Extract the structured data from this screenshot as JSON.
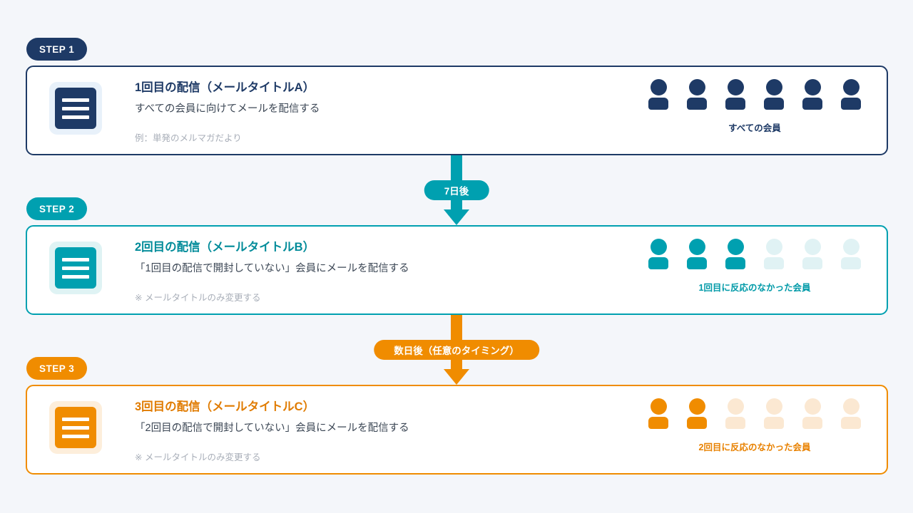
{
  "theme": {
    "background": "#f4f6fa",
    "navy": "#1e3a66",
    "teal": "#00a0b0",
    "orange": "#f08c00"
  },
  "steps": [
    {
      "badge": "STEP 1",
      "icon": "document-icon",
      "title": "1回目の配信（メールタイトルA）",
      "description": "すべての会員に向けてメールを配信する",
      "note": "例：単発のメルマガだより",
      "audience_label": "すべての会員",
      "people_total": 6,
      "people_active": 6,
      "color": "#1e3a66"
    },
    {
      "badge": "STEP 2",
      "icon": "document-icon",
      "title": "2回目の配信（メールタイトルB）",
      "description": "「1回目の配信で開封していない」会員にメールを配信する",
      "note": "※ メールタイトルのみ変更する",
      "audience_label": "1回目に反応のなかった会員",
      "people_total": 6,
      "people_active": 3,
      "color": "#00a0b0"
    },
    {
      "badge": "STEP 3",
      "icon": "document-icon",
      "title": "3回目の配信（メールタイトルC）",
      "description": "「2回目の配信で開封していない」会員にメールを配信する",
      "note": "※ メールタイトルのみ変更する",
      "audience_label": "2回目に反応のなかった会員",
      "people_total": 6,
      "people_active": 2,
      "color": "#f08c00"
    }
  ],
  "connectors": [
    {
      "label": "7日後",
      "color": "#00a0b0",
      "icon": "down-arrow-icon"
    },
    {
      "label": "数日後（任意のタイミング）",
      "color": "#f08c00",
      "icon": "down-arrow-icon"
    }
  ]
}
